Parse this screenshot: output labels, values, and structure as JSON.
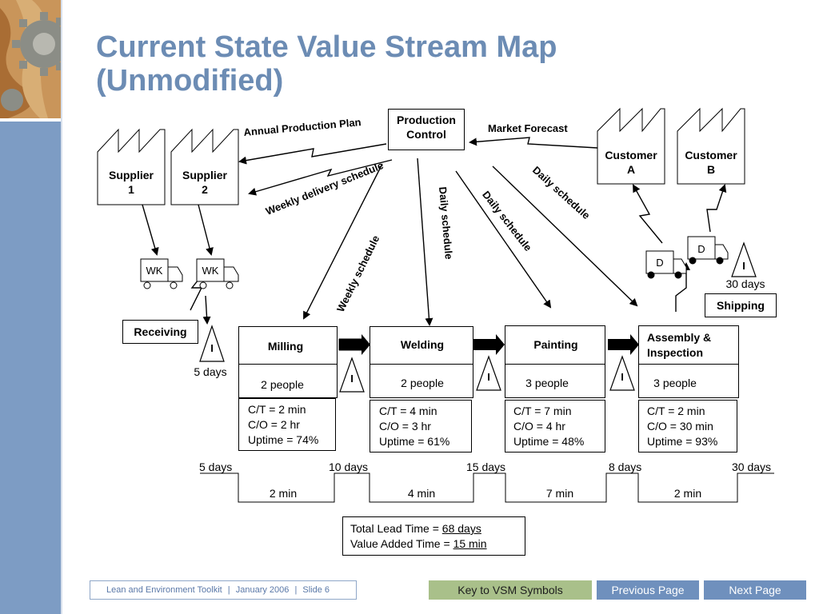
{
  "title": {
    "line1": "Current State Value Stream Map",
    "line2": "(Unmodified)"
  },
  "entities": {
    "production_control": {
      "line1": "Production",
      "line2": "Control"
    },
    "supplier1": {
      "line1": "Supplier",
      "line2": "1"
    },
    "supplier2": {
      "line1": "Supplier",
      "line2": "2"
    },
    "customerA": {
      "line1": "Customer",
      "line2": "A"
    },
    "customerB": {
      "line1": "Customer",
      "line2": "B"
    },
    "receiving": "Receiving",
    "shipping": "Shipping"
  },
  "flow_labels": {
    "annual_plan": "Annual Production Plan",
    "market_forecast": "Market Forecast",
    "weekly_delivery": "Weekly delivery schedule",
    "weekly_schedule": "Weekly  schedule",
    "daily1": "Daily schedule",
    "daily2": "Daily schedule",
    "daily3": "Daily schedule"
  },
  "trucks": {
    "wk1": "WK",
    "wk2": "WK",
    "d1": "D",
    "d2": "D"
  },
  "inventory": {
    "symbol": "I",
    "receiving_days": "5 days",
    "shipping_days": "30 days"
  },
  "processes": [
    {
      "name": "Milling",
      "people": "2 people",
      "ct": "C/T = 2 min",
      "co": "C/O = 2 hr",
      "uptime": "Uptime = 74%"
    },
    {
      "name": "Welding",
      "people": "2 people",
      "ct": "C/T = 4 min",
      "co": "C/O = 3 hr",
      "uptime": "Uptime = 61%"
    },
    {
      "name": "Painting",
      "people": "3 people",
      "ct": "C/T = 7 min",
      "co": "C/O = 4 hr",
      "uptime": "Uptime = 48%"
    },
    {
      "name1": "Assembly &",
      "name2": "Inspection",
      "people": "3 people",
      "ct": "C/T = 2 min",
      "co": "C/O = 30 min",
      "uptime": "Uptime = 93%"
    }
  ],
  "timeline": {
    "days": [
      "5 days",
      "10 days",
      "15 days",
      "8 days",
      "30 days"
    ],
    "mins": [
      "2 min",
      "4 min",
      "7 min",
      "2 min"
    ]
  },
  "summary": {
    "lead_label": "Total Lead Time = ",
    "lead_value": "68 days",
    "va_label": "Value Added Time = ",
    "va_value": "15 min"
  },
  "footer": {
    "toolkit": "Lean and Environment Toolkit",
    "sep": "|",
    "date": "January 2006",
    "slide": "Slide 6",
    "key_button": "Key to VSM Symbols",
    "prev_button": "Previous Page",
    "next_button": "Next Page"
  },
  "colors": {
    "title": "#6c8cb4",
    "sidebar": "#7d9cc4",
    "key_button": "#a9c08a",
    "nav_button": "#6f90bd"
  }
}
